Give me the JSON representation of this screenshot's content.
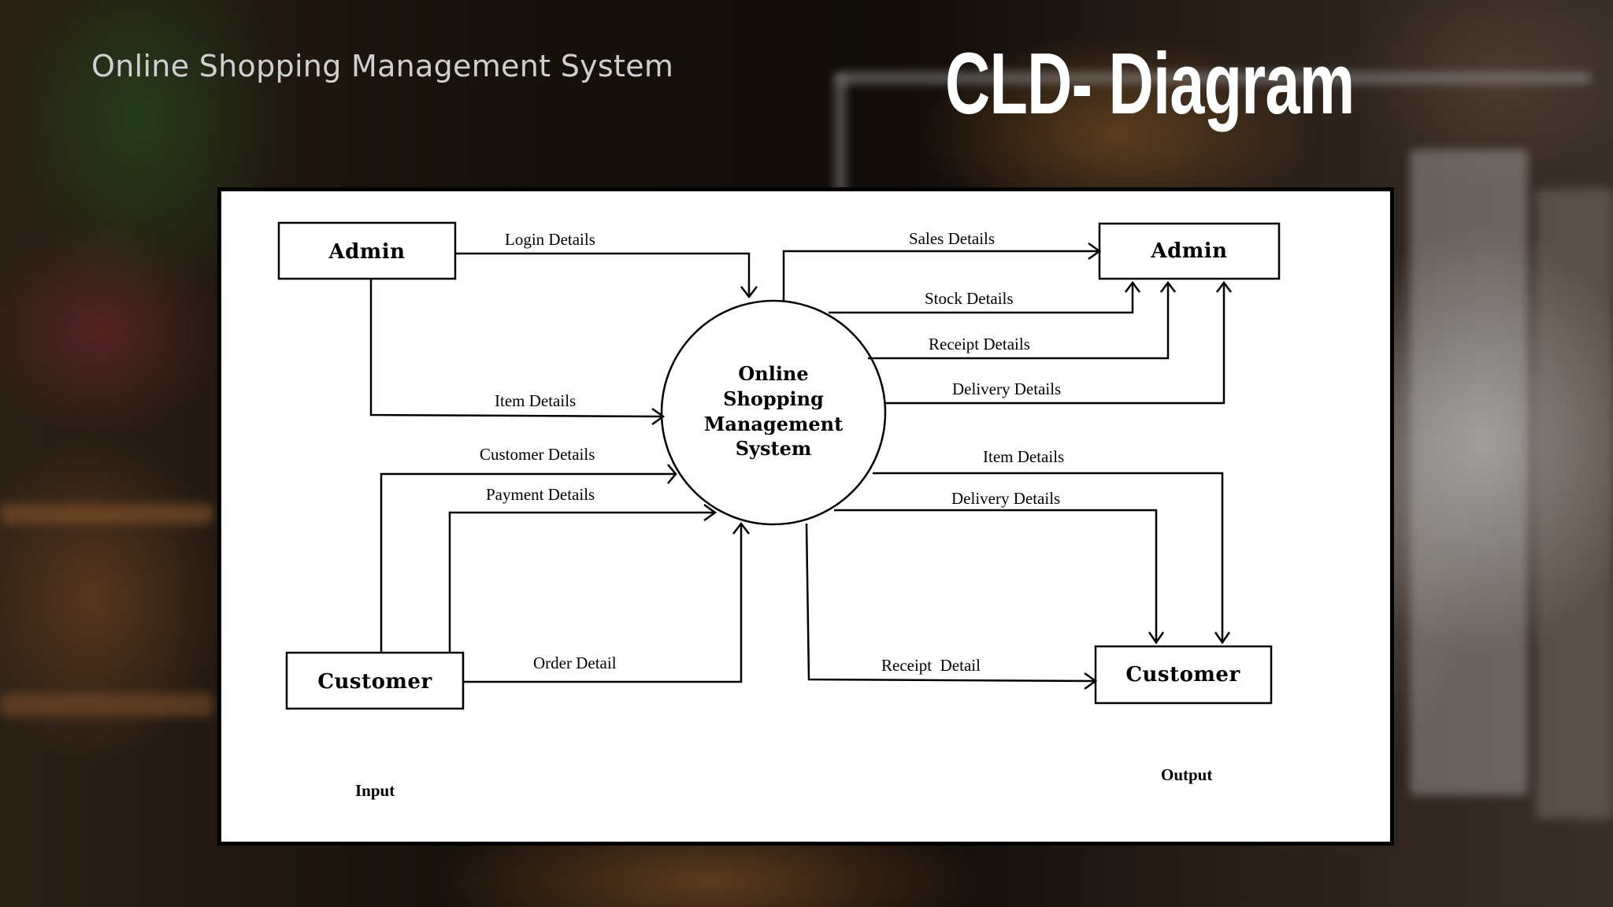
{
  "slide": {
    "subtitle": "Online Shopping Management System",
    "title": "CLD- Diagram"
  },
  "diagram": {
    "center_process": [
      "Online",
      "Shopping",
      "Management",
      "System"
    ],
    "entities": {
      "admin_input": "Admin",
      "customer_input": "Customer",
      "admin_output": "Admin",
      "customer_output": "Customer"
    },
    "flows": {
      "login_details": "Login Details",
      "item_details_in": "Item Details",
      "customer_details": "Customer Details",
      "payment_details": "Payment Details",
      "order_detail": "Order Detail",
      "sales_details": "Sales Details",
      "stock_details": "Stock Details",
      "receipt_details": "Receipt Details",
      "delivery_details_admin": "Delivery Details",
      "item_details_out": "Item Details",
      "delivery_details_customer": "Delivery Details",
      "receipt_detail_customer": "Receipt  Detail"
    },
    "sides": {
      "input": "Input",
      "output": "Output"
    }
  },
  "colors": {
    "title": "#ffffff",
    "subtitle": "#cfcfcf",
    "diagram_bg": "#ffffff",
    "ink": "#000000"
  }
}
